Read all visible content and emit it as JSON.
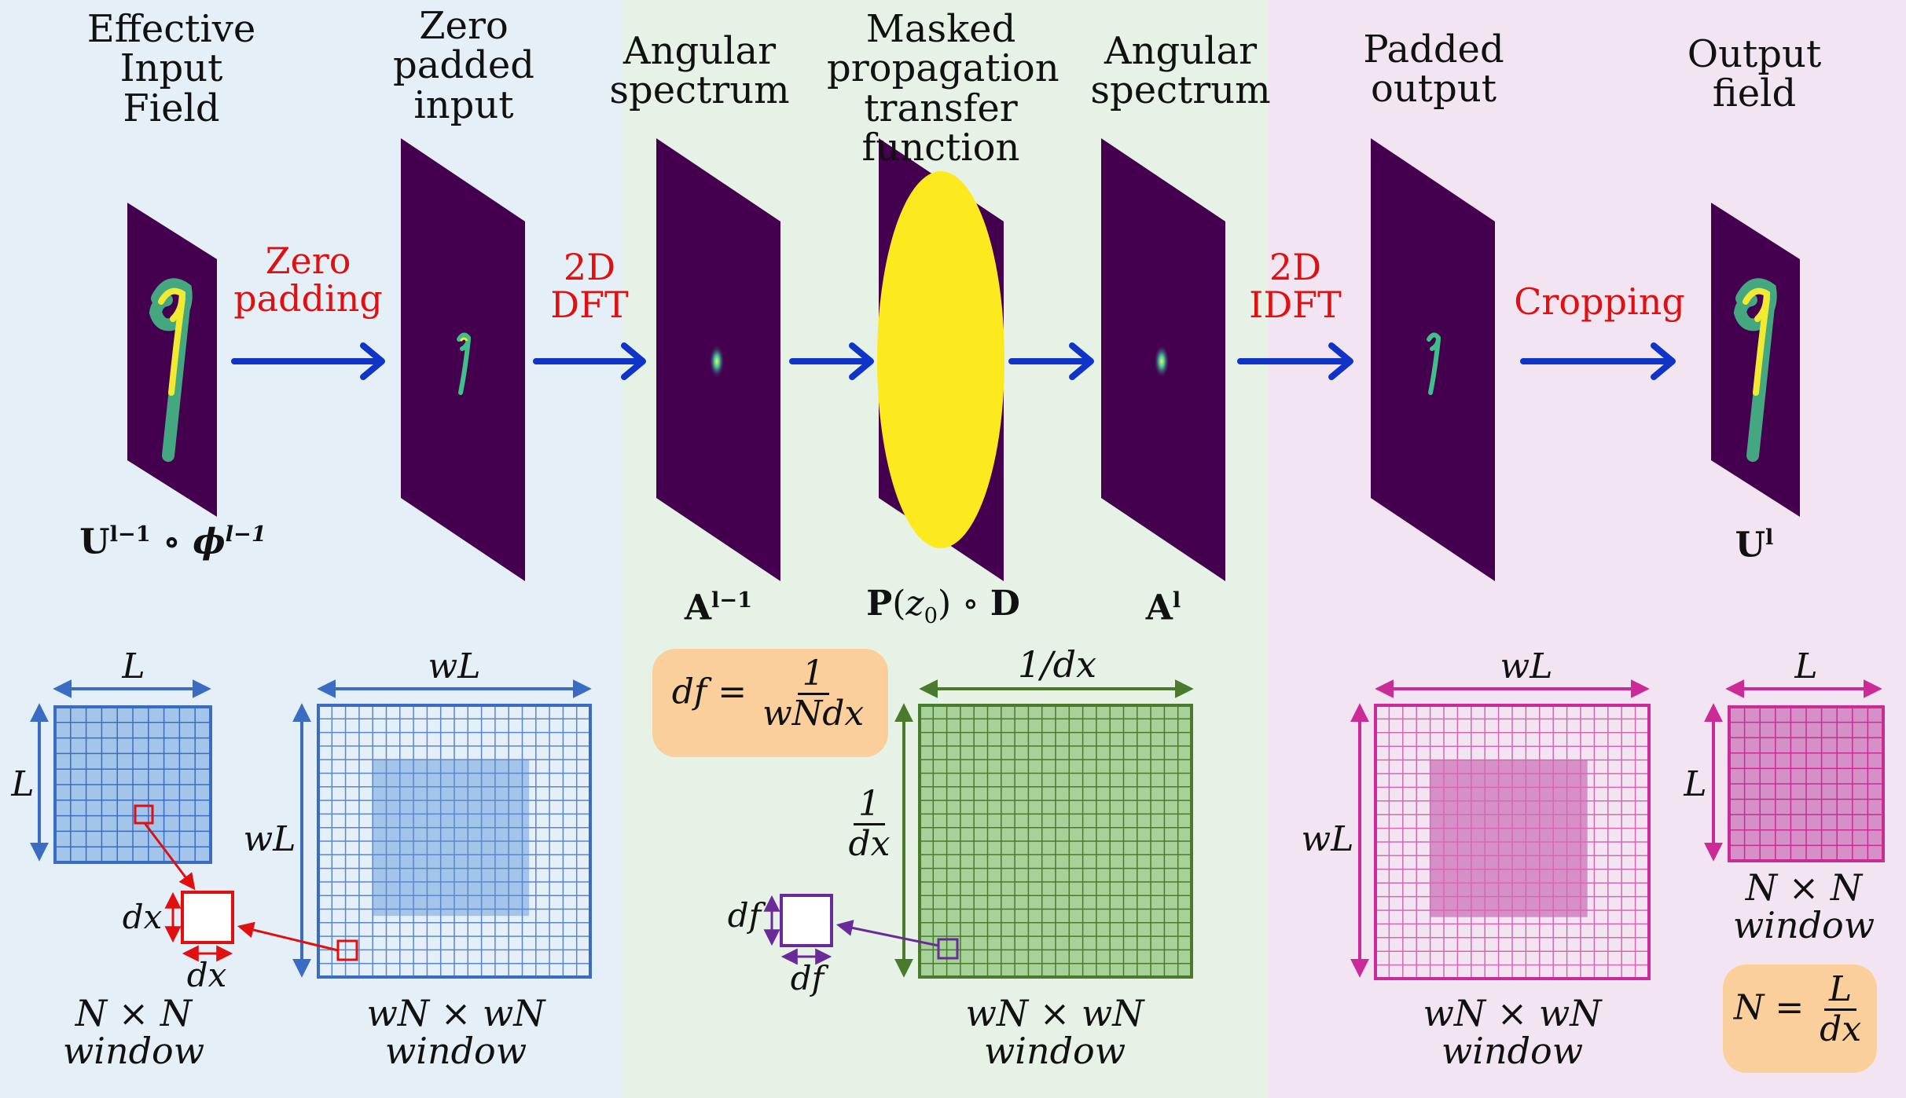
{
  "panels": {
    "input": {
      "color": "#e5eff8"
    },
    "frequency": {
      "color": "#e6f2e6"
    },
    "output": {
      "color": "#f2e5f1"
    }
  },
  "stages": [
    {
      "id": "effective-input",
      "title": [
        "Effective",
        "Input",
        "Field"
      ],
      "symbol": "U^{l−1} ∘ ϕ^{l−1}"
    },
    {
      "id": "zero-padded-input",
      "title": [
        "Zero",
        "padded",
        "input"
      ],
      "symbol": ""
    },
    {
      "id": "angular-spectrum-in",
      "title": [
        "Angular",
        "spectrum"
      ],
      "symbol": "A^{l−1}"
    },
    {
      "id": "masked-transfer",
      "title": [
        "Masked",
        "propagation",
        "transfer function"
      ],
      "symbol": "P(z0) ∘ D"
    },
    {
      "id": "angular-spectrum-out",
      "title": [
        "Angular",
        "spectrum"
      ],
      "symbol": "A^l"
    },
    {
      "id": "padded-output",
      "title": [
        "Padded",
        "output"
      ],
      "symbol": ""
    },
    {
      "id": "output-field",
      "title": [
        "Output",
        "field"
      ],
      "symbol": "U^l"
    }
  ],
  "operations": [
    {
      "id": "zero-padding",
      "label": [
        "Zero",
        "padding"
      ]
    },
    {
      "id": "dft",
      "label": [
        "2D",
        "DFT"
      ]
    },
    {
      "id": "idft",
      "label": [
        "2D",
        "IDFT"
      ]
    },
    {
      "id": "cropping",
      "label": [
        "Cropping"
      ]
    }
  ],
  "grids": {
    "small_input": {
      "top": "L",
      "side": "L",
      "caption": [
        "N × N",
        "window"
      ],
      "cell_top": "dx",
      "cell_bottom": "dx"
    },
    "padded_input": {
      "top": "wL",
      "side": "wL",
      "caption": [
        "wN × wN",
        "window"
      ]
    },
    "frequency": {
      "top": "1/dx",
      "side_num": "1",
      "side_den": "dx",
      "caption": [
        "wN × wN",
        "window"
      ],
      "cell_side": "df",
      "cell_bottom": "df"
    },
    "padded_output": {
      "top": "wL",
      "side": "wL",
      "caption": [
        "wN × wN",
        "window"
      ]
    },
    "small_output": {
      "top": "L",
      "side": "L",
      "caption": [
        "N × N",
        "window"
      ]
    }
  },
  "formulas": {
    "df": {
      "lhs": "df",
      "num": "1",
      "den": "wNdx"
    },
    "N": {
      "lhs": "N",
      "num": "L",
      "den": "dx"
    }
  },
  "colors": {
    "arrow": "#1034c8",
    "operation_text": "#e01010",
    "blue_grid": "#3a6cc4",
    "green_grid": "#4a7a2c",
    "magenta_grid": "#cc2a96",
    "purple": "#6a2a9a",
    "red_cell": "#e01010",
    "formula_box": "#fbcf9c",
    "field_bg": "#44004e",
    "mask_yellow": "#fcea1e"
  }
}
